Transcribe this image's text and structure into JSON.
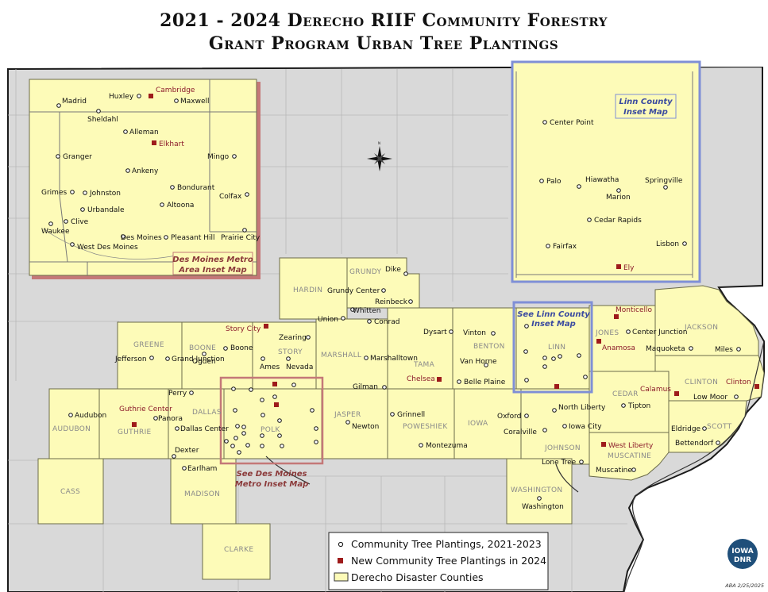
{
  "title": {
    "line1": "2021 - 2024 Derecho RIIF Community Forestry",
    "line2": "Grant Program Urban Tree Plantings"
  },
  "colors": {
    "county_fill": "#fdfbb8",
    "county_stroke": "#6b6b4a",
    "background": "#d9d9d9",
    "new_planting": "#9e1b1b",
    "new_label": "#8b1a2a",
    "dm_inset_border": "#c47878",
    "linn_inset_border": "#7f8fd6"
  },
  "counties": [
    {
      "name": "HARDIN"
    },
    {
      "name": "GRUNDY"
    },
    {
      "name": "GREENE"
    },
    {
      "name": "BOONE"
    },
    {
      "name": "STORY"
    },
    {
      "name": "MARSHALL"
    },
    {
      "name": "TAMA"
    },
    {
      "name": "BENTON"
    },
    {
      "name": "LINN"
    },
    {
      "name": "JONES"
    },
    {
      "name": "JACKSON"
    },
    {
      "name": "CLINTON"
    },
    {
      "name": "CEDAR"
    },
    {
      "name": "SCOTT"
    },
    {
      "name": "AUDUBON"
    },
    {
      "name": "GUTHRIE"
    },
    {
      "name": "DALLAS"
    },
    {
      "name": "POLK"
    },
    {
      "name": "JASPER"
    },
    {
      "name": "POWESHIEK"
    },
    {
      "name": "IOWA"
    },
    {
      "name": "JOHNSON"
    },
    {
      "name": "MUSCATINE"
    },
    {
      "name": "CASS"
    },
    {
      "name": "MADISON"
    },
    {
      "name": "WASHINGTON"
    },
    {
      "name": "CLARKE"
    }
  ],
  "cities": [
    {
      "name": "Dike"
    },
    {
      "name": "Grundy Center"
    },
    {
      "name": "Reinbeck"
    },
    {
      "name": "Whitten"
    },
    {
      "name": "Union"
    },
    {
      "name": "Conrad"
    },
    {
      "name": "Dysart"
    },
    {
      "name": "Vinton"
    },
    {
      "name": "Zearing"
    },
    {
      "name": "Boone"
    },
    {
      "name": "Jefferson"
    },
    {
      "name": "Grand Junction"
    },
    {
      "name": "Ogden"
    },
    {
      "name": "Ames"
    },
    {
      "name": "Nevada"
    },
    {
      "name": "Marshalltown"
    },
    {
      "name": "Van Horne"
    },
    {
      "name": "Belle Plaine"
    },
    {
      "name": "Gilman"
    },
    {
      "name": "Perry"
    },
    {
      "name": "Audubon"
    },
    {
      "name": "Panora"
    },
    {
      "name": "Dallas Center"
    },
    {
      "name": "Dexter"
    },
    {
      "name": "Earlham"
    },
    {
      "name": "Grinnell"
    },
    {
      "name": "Newton"
    },
    {
      "name": "Montezuma"
    },
    {
      "name": "Oxford"
    },
    {
      "name": "Coralville"
    },
    {
      "name": "North Liberty"
    },
    {
      "name": "Iowa City"
    },
    {
      "name": "Tipton"
    },
    {
      "name": "Lone Tree"
    },
    {
      "name": "Muscatine"
    },
    {
      "name": "Center Junction"
    },
    {
      "name": "Maquoketa"
    },
    {
      "name": "Miles"
    },
    {
      "name": "Low Moor"
    },
    {
      "name": "Eldridge"
    },
    {
      "name": "Bettendorf"
    },
    {
      "name": "Washington"
    }
  ],
  "new_cities": [
    {
      "name": "Story City"
    },
    {
      "name": "Monticello"
    },
    {
      "name": "Anamosa"
    },
    {
      "name": "Chelsea"
    },
    {
      "name": "Guthrie Center"
    },
    {
      "name": "Calamus"
    },
    {
      "name": "Clinton"
    },
    {
      "name": "West Liberty"
    }
  ],
  "dm_inset": {
    "label_line1": "Des Moines Metro",
    "label_line2": "Area Inset Map",
    "cities": [
      {
        "name": "Madrid"
      },
      {
        "name": "Huxley"
      },
      {
        "name": "Maxwell"
      },
      {
        "name": "Sheldahl"
      },
      {
        "name": "Alleman"
      },
      {
        "name": "Granger"
      },
      {
        "name": "Mingo"
      },
      {
        "name": "Ankeny"
      },
      {
        "name": "Grimes"
      },
      {
        "name": "Johnston"
      },
      {
        "name": "Bondurant"
      },
      {
        "name": "Colfax"
      },
      {
        "name": "Urbandale"
      },
      {
        "name": "Altoona"
      },
      {
        "name": "Clive"
      },
      {
        "name": "Waukee"
      },
      {
        "name": "Des Moines"
      },
      {
        "name": "Pleasant Hill"
      },
      {
        "name": "Prairie City"
      },
      {
        "name": "West Des Moines"
      }
    ],
    "new_cities": [
      {
        "name": "Cambridge"
      },
      {
        "name": "Elkhart"
      }
    ]
  },
  "linn_inset": {
    "label_line1": "Linn County",
    "label_line2": "Inset Map",
    "cities": [
      {
        "name": "Center Point"
      },
      {
        "name": "Palo"
      },
      {
        "name": "Hiawatha"
      },
      {
        "name": "Springville"
      },
      {
        "name": "Marion"
      },
      {
        "name": "Cedar Rapids"
      },
      {
        "name": "Fairfax"
      },
      {
        "name": "Lisbon"
      }
    ],
    "new_cities": [
      {
        "name": "Ely"
      }
    ]
  },
  "callouts": {
    "dm_line1": "See Des Moines",
    "dm_line2": "Metro Inset Map",
    "linn_line1": "See Linn County",
    "linn_line2": "Inset Map"
  },
  "legend": {
    "items": [
      {
        "symbol": "circle",
        "label": "Community Tree Plantings, 2021-2023"
      },
      {
        "symbol": "square",
        "label": "New Community Tree Plantings in 2024"
      },
      {
        "symbol": "county",
        "label": "Derecho Disaster Counties"
      }
    ]
  },
  "logo": {
    "line1": "IOWA",
    "line2": "DNR"
  },
  "credit": "ABA 2/25/2025"
}
